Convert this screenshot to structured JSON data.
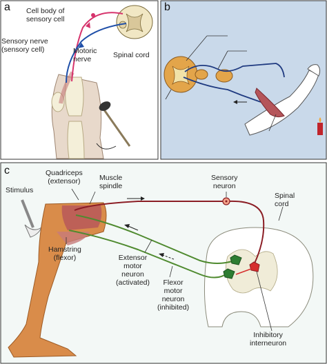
{
  "panel_a": {
    "letter": "a",
    "labels": {
      "cell_body": "Cell body of\nsensory cell",
      "sensory_nerve": "Sensory nerve\n(sensory cell)",
      "motoric_nerve": "Motoric\nnerve",
      "spinal_cord": "Spinal cord"
    }
  },
  "panel_b": {
    "letter": "b"
  },
  "panel_c": {
    "letter": "c",
    "labels": {
      "stimulus": "Stimulus",
      "quadriceps": "Quadriceps\n(extensor)",
      "muscle_spindle": "Muscle\nspindle",
      "sensory_neuron": "Sensory\nneuron",
      "spinal_cord": "Spinal\ncord",
      "hamstring": "Hamstring\n(flexor)",
      "extensor_motor": "Extensor\nmotor\nneuron\n(activated)",
      "flexor_motor": "Flexor\nmotor\nneuron\n(inhibited)",
      "inhibitory": "Inhibitory\ninterneuron"
    }
  },
  "colors": {
    "sensory": "#d6336c",
    "motor": "#1f4fa8",
    "sensory_c": "#8b1d24",
    "motor_c": "#4f8a2f",
    "muscle": "#b5555a",
    "bone": "#f3efd8",
    "skin": "#e9d8c8",
    "leg_c": "#d98c4a",
    "bg_b": "#c9d9ea",
    "bg_c": "#f3f8f6"
  }
}
